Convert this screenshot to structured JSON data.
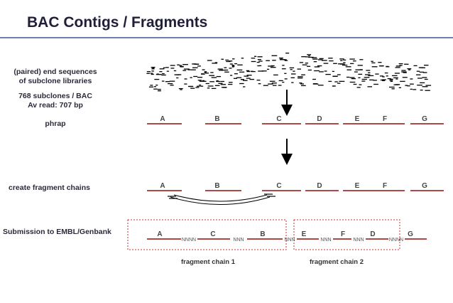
{
  "title": "BAC Contigs / Fragments",
  "labels": {
    "paired_ends_1": "(paired) end sequences",
    "paired_ends_2": "of subclone libraries",
    "subclones": "768 subclones / BAC",
    "avg_read": "Av read: 707 bp",
    "phrap": "phrap",
    "fragment_chains": "create  fragment chains",
    "submission": "Submission  to EMBL/Genbank"
  },
  "fragments": [
    "A",
    "B",
    "C",
    "D",
    "E",
    "F",
    "G"
  ],
  "chain1": {
    "order": [
      "A",
      "C",
      "B"
    ],
    "gaps": [
      "NNNN",
      "NNN",
      "NNN"
    ],
    "label": "fragment chain 1"
  },
  "chain2": {
    "order": [
      "E",
      "F",
      "D"
    ],
    "gaps": [
      "NNN",
      "NNN",
      "NNNN"
    ],
    "label": "fragment chain 2"
  },
  "chain_tail": "G",
  "colors": {
    "fragment": "#b04848",
    "box": "#c83030",
    "read": "#000000",
    "arrow": "#000000"
  }
}
